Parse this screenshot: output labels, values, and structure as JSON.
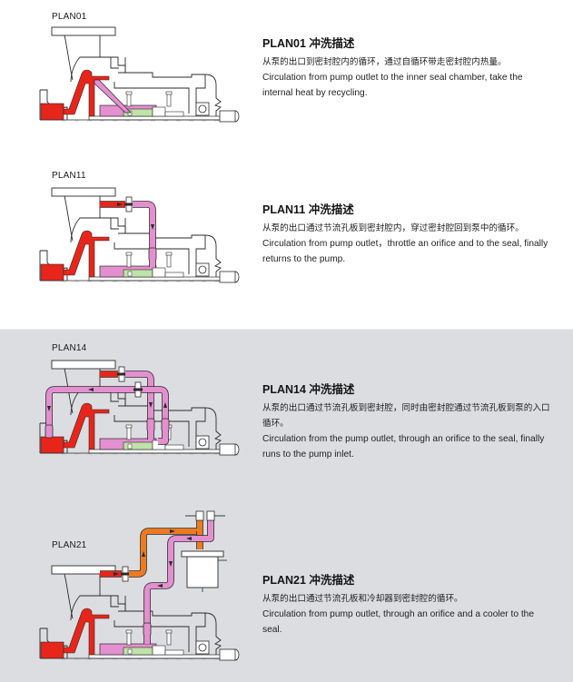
{
  "colors": {
    "top_background": "#ffffff",
    "bottom_background": "#dcdde1",
    "process_fluid_red": "#e8251b",
    "flush_line_pink": "#e48fd0",
    "cooler_line_orange": "#ee7a1f",
    "seal_green": "#bfe3a8",
    "outline": "#2a2a2a"
  },
  "plans": [
    {
      "id": "plan01",
      "diagram_label": "PLAN01",
      "title": "PLAN01 冲洗描述",
      "description_cn": "从泵的出口到密封腔内的循环，通过自循环带走密封腔内热量。",
      "description_en": "Circulation  from  pump outlet  to the inner seal chamber, take the internal heat by recycling."
    },
    {
      "id": "plan11",
      "diagram_label": "PLAN11",
      "title": "PLAN11 冲洗描述",
      "description_cn": "从泵的出口通过节流孔板到密封腔内，穿过密封腔回到泵中的循环。",
      "description_en": "Circulation  from  pump outlet，throttle an orifice and to the seal, finally returns to the pump."
    },
    {
      "id": "plan14",
      "diagram_label": "PLAN14",
      "title": "PLAN14 冲洗描述",
      "description_cn": "从泵的出口通过节流孔板到密封腔，同时由密封腔通过节流孔板到泵的入口循环。",
      "description_en": "Circulation from the pump outlet, through an orifice to the seal, finally runs to the pump inlet."
    },
    {
      "id": "plan21",
      "diagram_label": "PLAN21",
      "title": "PLAN21 冲洗描述",
      "description_cn": "从泵的出口通过节流孔板和冷却器到密封腔的循环。",
      "description_en": "Circulation from pump outlet, through an orifice and a cooler to the seal."
    }
  ]
}
